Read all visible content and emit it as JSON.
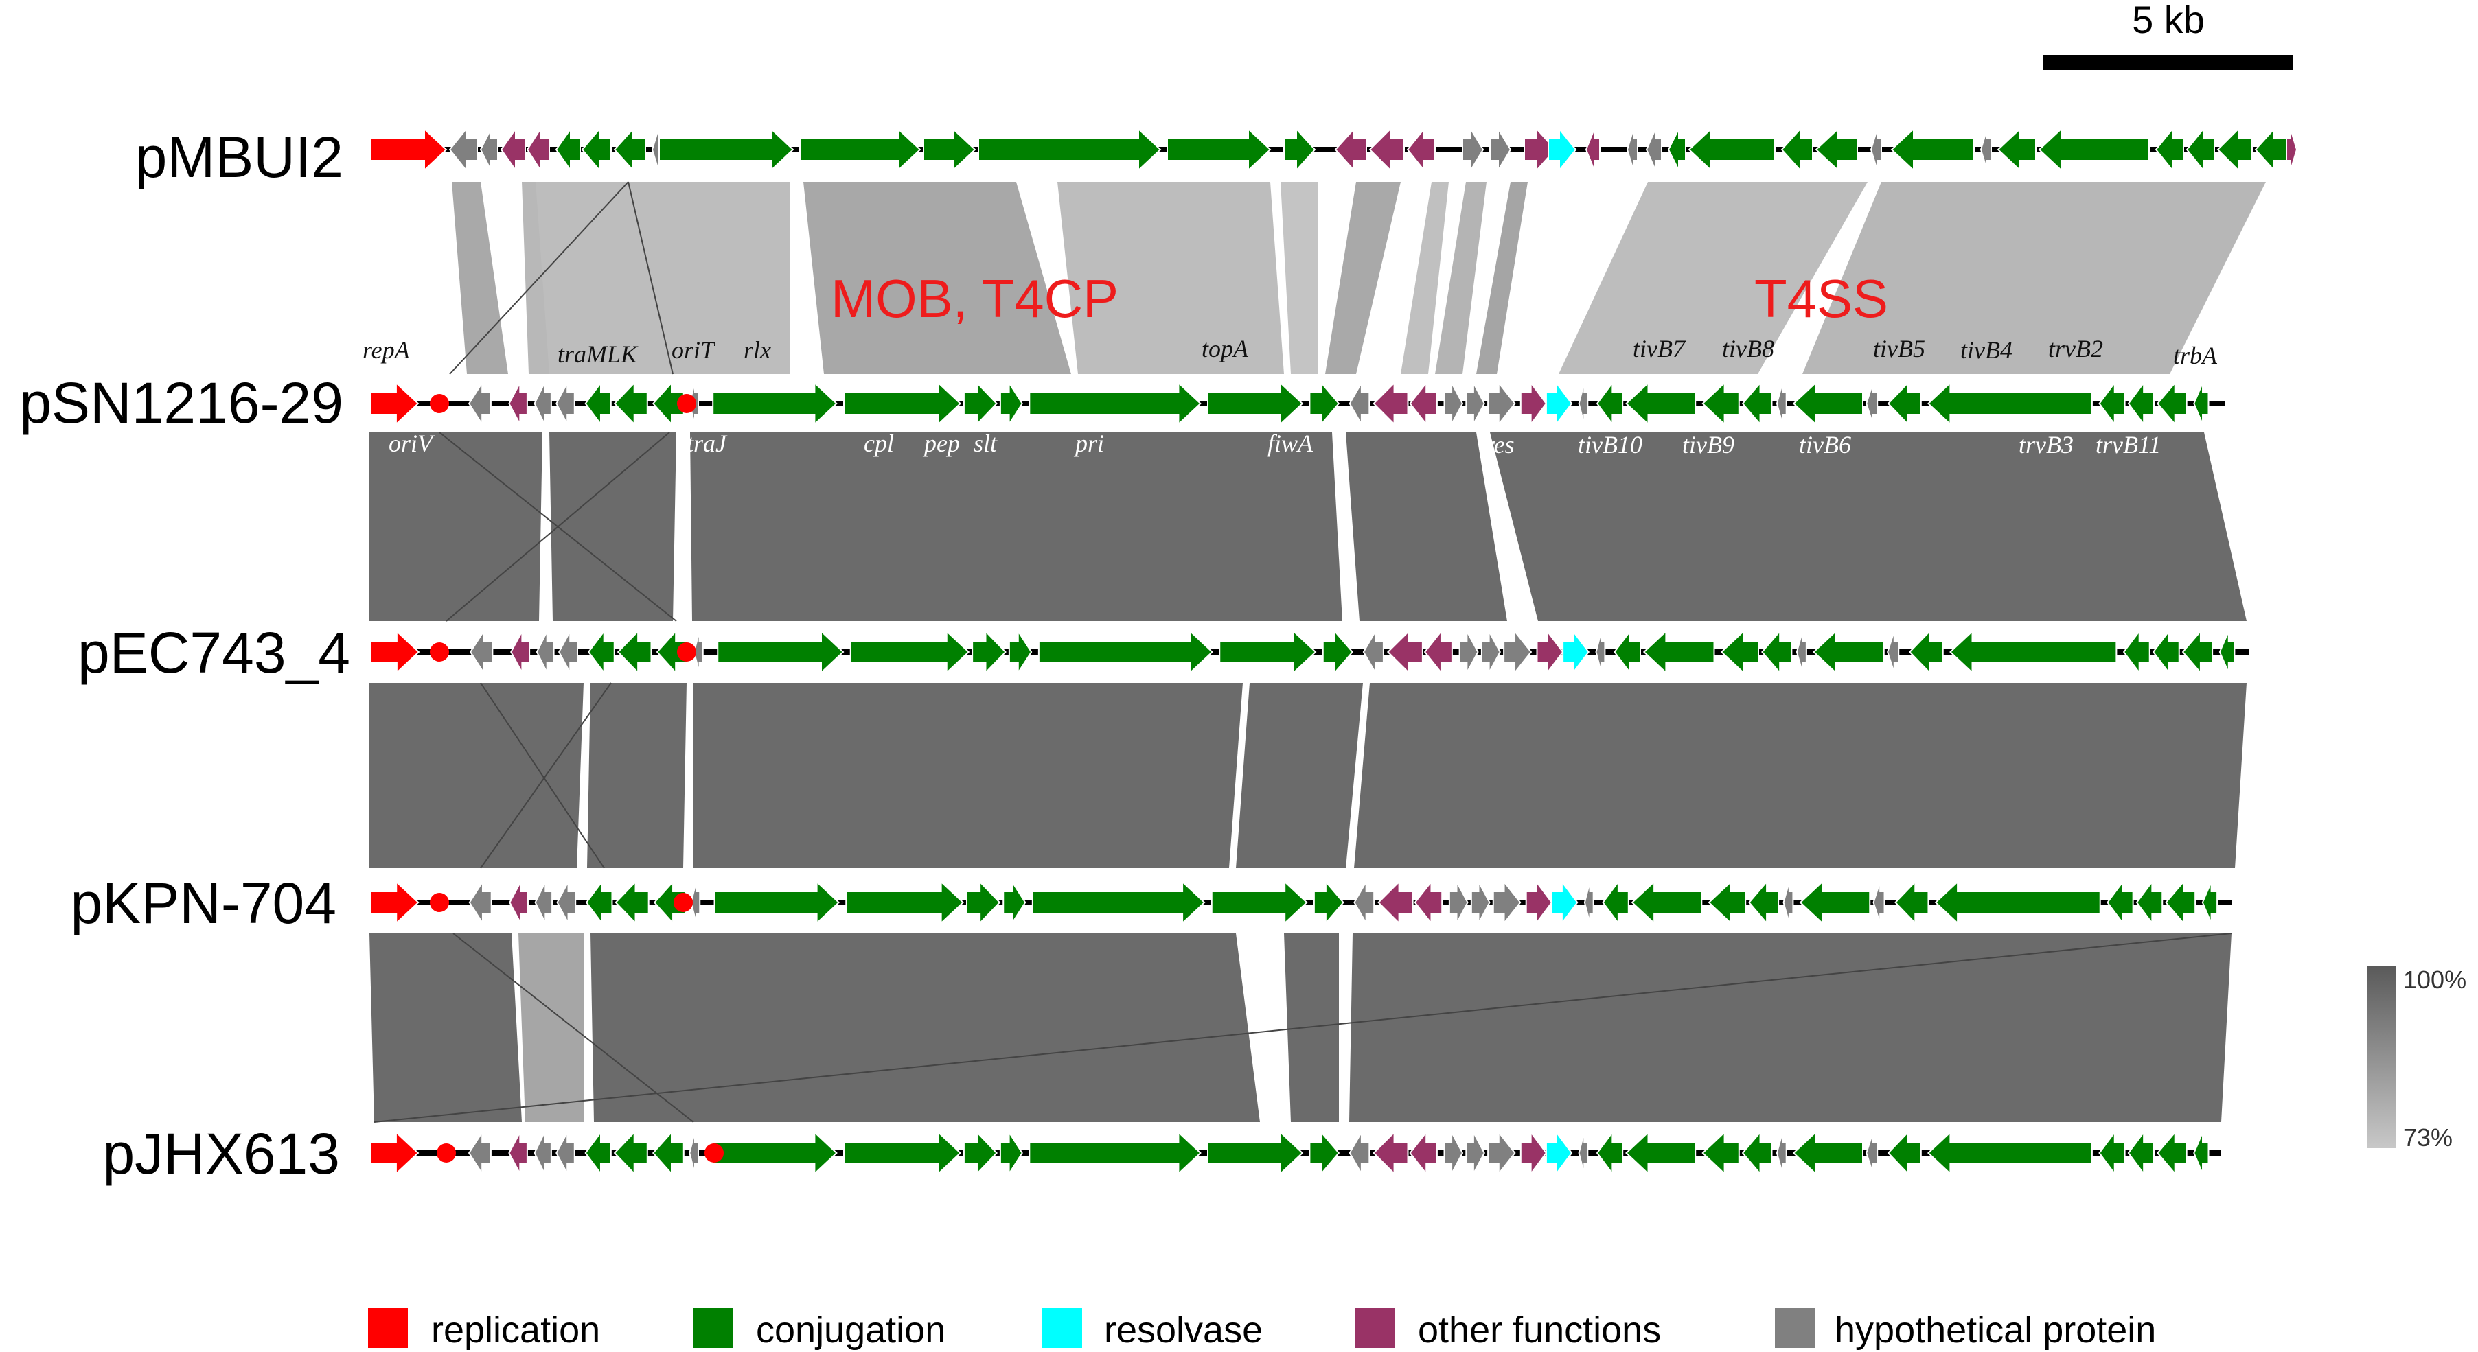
{
  "plasmids": [
    "pMBUI2",
    "pSN1216-29",
    "pEC743_4",
    "pKPN-704",
    "pJHX613"
  ],
  "section_labels": {
    "mob": "MOB, T4CP",
    "t4ss": "T4SS"
  },
  "scale_bar": {
    "label": "5 kb"
  },
  "identity_scale": {
    "max_label": "100%",
    "min_label": "73%",
    "max_color": "#5a5a5a",
    "min_color": "#c8c8c8"
  },
  "gene_labels_top": [
    "repA",
    "traMLK",
    "oriT",
    "rlx",
    "topA",
    "tivB7",
    "tivB8",
    "tivB5",
    "tivB4",
    "trvB2",
    "trbA"
  ],
  "gene_labels_bottom": [
    "oriV",
    "traJ",
    "cpl",
    "pep",
    "slt",
    "pri",
    "fiwA",
    "res",
    "tivB10",
    "tivB9",
    "tivB6",
    "trvB3",
    "trvB11"
  ],
  "legend": [
    {
      "label": "replication",
      "color": "#ff0000"
    },
    {
      "label": "conjugation",
      "color": "#008000"
    },
    {
      "label": "resolvase",
      "color": "#00ffff"
    },
    {
      "label": "other functions",
      "color": "#993366"
    },
    {
      "label": "hypothetical protein",
      "color": "#808080"
    }
  ],
  "colors": {
    "replication": "#ff0000",
    "conjugation": "#008000",
    "resolvase": "#00ffff",
    "other": "#993366",
    "hypothetical": "#808080",
    "origin": "#ff0000",
    "backbone": "#000000",
    "link_light": "#bdbdbd",
    "link_dark": "#6b6b6b"
  }
}
